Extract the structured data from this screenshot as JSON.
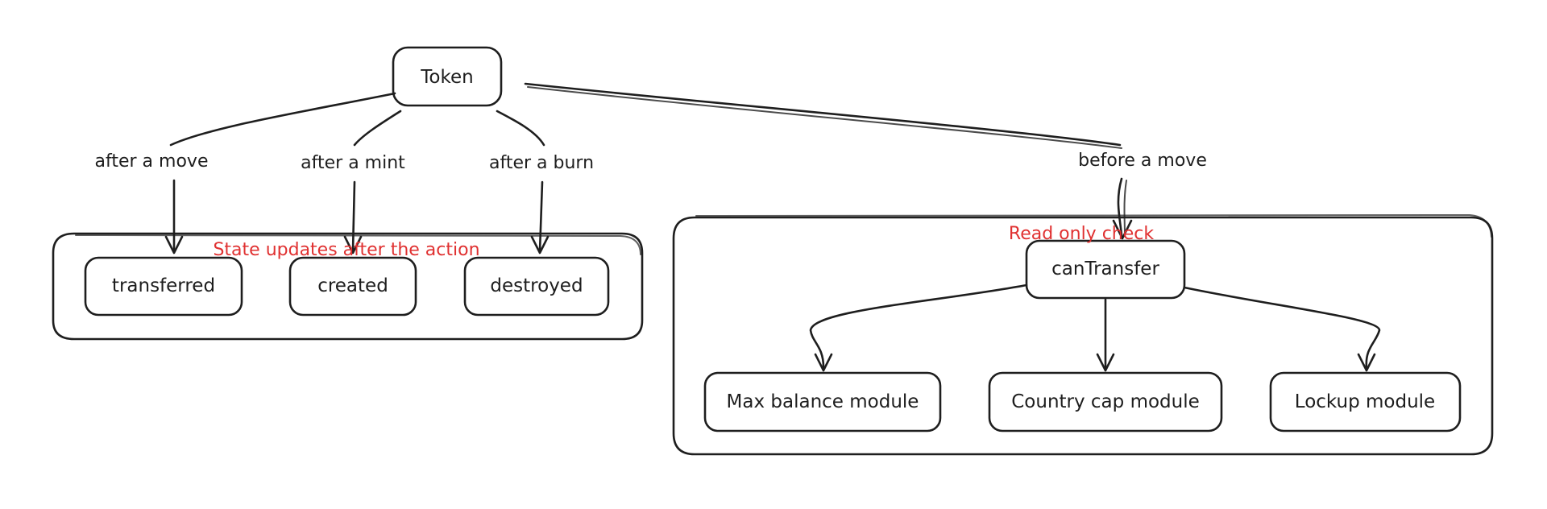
{
  "colors": {
    "ink": "#1e1e1e",
    "note": "#e03131",
    "background": "#ffffff"
  },
  "nodes": {
    "token": "Token",
    "transferred": "transferred",
    "created": "created",
    "destroyed": "destroyed",
    "can_transfer": "canTransfer",
    "max_balance": "Max balance module",
    "country_cap": "Country cap module",
    "lockup": "Lockup module"
  },
  "edges": {
    "after_move": "after a move",
    "after_mint": "after a mint",
    "after_burn": "after a burn",
    "before_move": "before a move"
  },
  "groups": {
    "state_updates": "State updates after the action",
    "read_only": "Read only check"
  }
}
